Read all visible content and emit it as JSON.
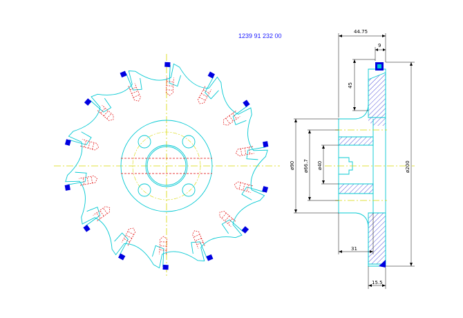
{
  "drawing": {
    "part_number": "1239 91 232 00",
    "dimensions": {
      "overall_width": "44.75",
      "insert_width": "9",
      "pocket_depth": "45",
      "bore_dia": "ø40",
      "hub_dia": "ø66.7",
      "flange_dia": "ø90",
      "outer_dia": "ø200",
      "hub_length": "31",
      "body_width": "15.5"
    },
    "tooth_count": 14,
    "colors": {
      "outline": "#00c8d2",
      "center_line": "#d8d800",
      "hidden_line": "#e00000",
      "insert": "#0000e0",
      "dimension": "#000000",
      "hatch": "#3b3bd6",
      "title": "#1a1aff"
    }
  }
}
